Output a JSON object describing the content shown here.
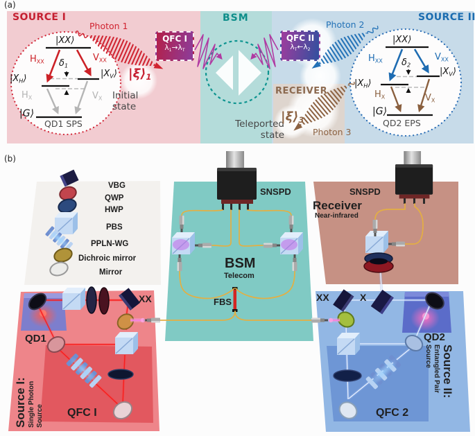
{
  "panel_a": {
    "label": "(a)",
    "source1": {
      "title": "SOURCE I",
      "photon": "Photon 1",
      "qd_caption": "QD1 SPS",
      "xx": "|XX⟩",
      "g": "|G⟩",
      "xh": [
        {
          "t": "|X",
          "sub": "H"
        },
        {
          "t": "⟩"
        }
      ],
      "xv": [
        {
          "t": "|X",
          "sub": "V"
        },
        {
          "t": "⟩"
        }
      ],
      "hxx": [
        {
          "t": "H",
          "sub": "XX"
        }
      ],
      "vxx": [
        {
          "t": "V",
          "sub": "XX"
        }
      ],
      "hx": [
        {
          "t": "H",
          "sub": "X"
        }
      ],
      "vx": [
        {
          "t": "V",
          "sub": "X"
        }
      ],
      "delta": [
        {
          "t": "δ",
          "sub": "1"
        }
      ]
    },
    "qfc1": {
      "name": "QFC I",
      "conversion": [
        {
          "t": "λ",
          "sub": "1"
        },
        {
          "t": "→"
        },
        {
          "t": "λ",
          "sub": "T"
        }
      ]
    },
    "xi1": {
      "ket": [
        {
          "t": "|ξ⟩",
          "sub": "1"
        }
      ],
      "caption": "Initial state"
    },
    "bsm": {
      "title": "BSM"
    },
    "teleported": {
      "ket": [
        {
          "t": "|ξ⟩",
          "sub": "3"
        }
      ],
      "caption": "Teleported state"
    },
    "receiver": {
      "title": "RECEIVER",
      "photon": "Photon 3"
    },
    "qfc2": {
      "name": "QFC II",
      "conversion": [
        {
          "t": "λ",
          "sub": "T"
        },
        {
          "t": "←"
        },
        {
          "t": "λ",
          "sub": "2"
        }
      ]
    },
    "source2": {
      "title": "SOURCE II",
      "photon": "Photon 2",
      "qd_caption": "QD2 EPS",
      "xx": "|XX⟩",
      "g": "|G⟩",
      "xh": [
        {
          "t": "|X",
          "sub": "H"
        },
        {
          "t": "⟩"
        }
      ],
      "xv": [
        {
          "t": "|X",
          "sub": "V"
        },
        {
          "t": "⟩"
        }
      ],
      "hxx": [
        {
          "t": "H",
          "sub": "XX"
        }
      ],
      "vxx": [
        {
          "t": "V",
          "sub": "XX"
        }
      ],
      "hx": [
        {
          "t": "H",
          "sub": "X"
        }
      ],
      "vx": [
        {
          "t": "V",
          "sub": "X"
        }
      ],
      "delta": [
        {
          "t": "δ",
          "sub": "2"
        }
      ]
    }
  },
  "panel_b": {
    "label": "(b)",
    "legend": {
      "items": [
        "VBG",
        "QWP",
        "HWP",
        "PBS",
        "PPLN-WG",
        "Dichroic mirror",
        "Mirror"
      ]
    },
    "bsm": {
      "snspd": "SNSPD",
      "title": "BSM",
      "subtitle": "Telecom",
      "fbs": "FBS"
    },
    "receiver": {
      "snspd": "SNSPD",
      "title": "Receiver",
      "subtitle": "Near-infrared"
    },
    "source1": {
      "qd": "QD1",
      "photon_label": "XX",
      "qfc": "QFC I",
      "side_title": "Source I:",
      "side_line1": "Single Photon",
      "side_line2": "Source"
    },
    "source2": {
      "qd": "QD2",
      "photon_label_xx": "XX",
      "photon_label_x": "X",
      "qfc": "QFC 2",
      "side_title": "Source II:",
      "side_line1": "Entangled Pair",
      "side_line2": "Source"
    }
  },
  "colors": {
    "source1_bg": "#f2ccd1",
    "bsm_bg": "#b4dcda",
    "source2_bg": "#c7dbe9",
    "receiver_bg": "#ded5ce",
    "accent_red": "#c52031",
    "accent_blue": "#1b6cb0",
    "accent_teal": "#0e8e8a",
    "accent_brown": "#8c6a50",
    "magenta": "#b03aa2",
    "fiber_yellow": "#e4af42",
    "beam_red": "#f81d1d",
    "beam_pink": "#f473d6"
  }
}
